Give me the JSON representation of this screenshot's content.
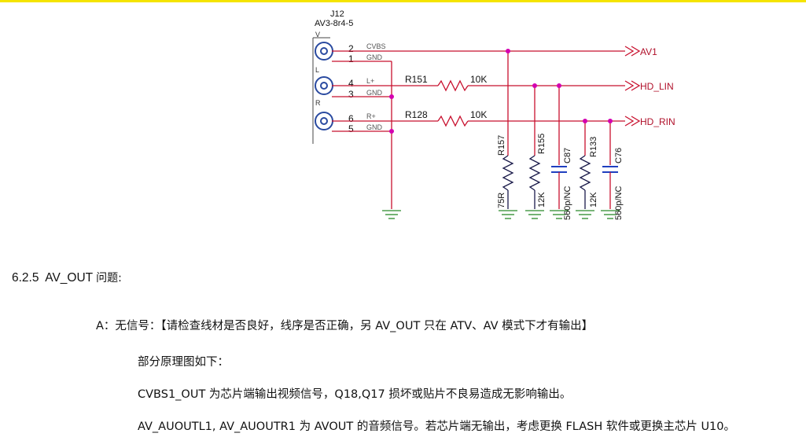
{
  "schematic": {
    "connector_ref": "J12",
    "connector_part": "AV3-8r4-5",
    "jack_labels": [
      "V",
      "L",
      "R"
    ],
    "pins": [
      {
        "num": "2",
        "name": "CVBS"
      },
      {
        "num": "1",
        "name": "GND"
      },
      {
        "num": "4",
        "name": "L+"
      },
      {
        "num": "3",
        "name": "GND"
      },
      {
        "num": "6",
        "name": "R+"
      },
      {
        "num": "5",
        "name": "GND"
      }
    ],
    "nets": [
      "AV1",
      "HD_LIN",
      "HD_RIN"
    ],
    "series_resistors": [
      {
        "ref": "R151",
        "value": "10K"
      },
      {
        "ref": "R128",
        "value": "10K"
      }
    ],
    "shunt_components": [
      {
        "ref": "R157",
        "value": "75R"
      },
      {
        "ref": "R155",
        "value": "12K"
      },
      {
        "ref": "C87",
        "value": "560p/NC"
      },
      {
        "ref": "R133",
        "value": "12K"
      },
      {
        "ref": "C76",
        "value": "560p/NC"
      }
    ],
    "colors": {
      "wire": "#c8102e",
      "body": "#1a1a4a",
      "junction": "#d400b0",
      "capacitor": "#1f3fbf",
      "net_label": "#b0102a",
      "green": "#2a8a2a"
    }
  },
  "heading": {
    "number": "6.2.5",
    "title": "AV_OUT",
    "suffix": "问题:"
  },
  "paragraphs": {
    "p1": "A：无信号：【请检查线材是否良好，线序是否正确，另 AV_OUT 只在 ATV、AV 模式下才有输出】",
    "p2": "部分原理图如下：",
    "p3": "CVBS1_OUT 为芯片端输出视频信号，Q18,Q17 损坏或贴片不良易造成无影响输出。",
    "p4": "AV_AUOUTL1, AV_AUOUTR1 为 AVOUT 的音频信号。若芯片端无输出，考虑更换 FLASH 软件或更换主芯片 U10。"
  }
}
